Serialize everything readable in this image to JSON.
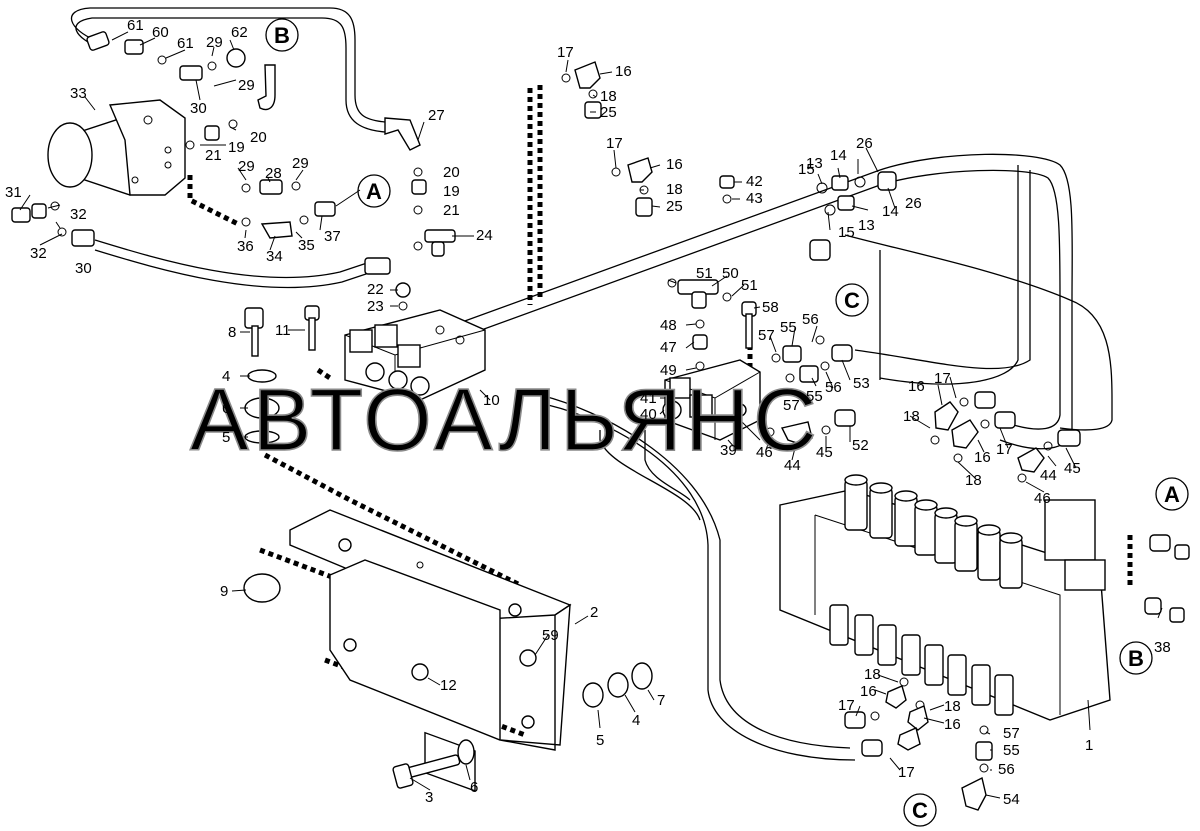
{
  "watermark": "АВТОАЛЬЯНС",
  "callouts": [
    "A",
    "B",
    "C"
  ],
  "part_numbers": {
    "p1": "1",
    "p2": "2",
    "p3": "3",
    "p4": "4",
    "p5": "5",
    "p6": "6",
    "p7": "7",
    "p8": "8",
    "p9": "9",
    "p10": "10",
    "p11": "11",
    "p12": "12",
    "p13": "13",
    "p14": "14",
    "p15": "15",
    "p16": "16",
    "p17": "17",
    "p18": "18",
    "p19": "19",
    "p20": "20",
    "p21": "21",
    "p22": "22",
    "p23": "23",
    "p24": "24",
    "p25": "25",
    "p26": "26",
    "p27": "27",
    "p28": "28",
    "p29": "29",
    "p30": "30",
    "p31": "31",
    "p32": "32",
    "p33": "33",
    "p34": "34",
    "p35": "35",
    "p36": "36",
    "p37": "37",
    "p38": "38",
    "p39": "39",
    "p40": "40",
    "p41": "41",
    "p42": "42",
    "p43": "43",
    "p44": "44",
    "p45": "45",
    "p46": "46",
    "p47": "47",
    "p48": "48",
    "p49": "49",
    "p50": "50",
    "p51": "51",
    "p52": "52",
    "p53": "53",
    "p54": "54",
    "p55": "55",
    "p56": "56",
    "p57": "57",
    "p58": "58",
    "p59": "59",
    "p60": "60",
    "p61": "61",
    "p62": "62"
  }
}
